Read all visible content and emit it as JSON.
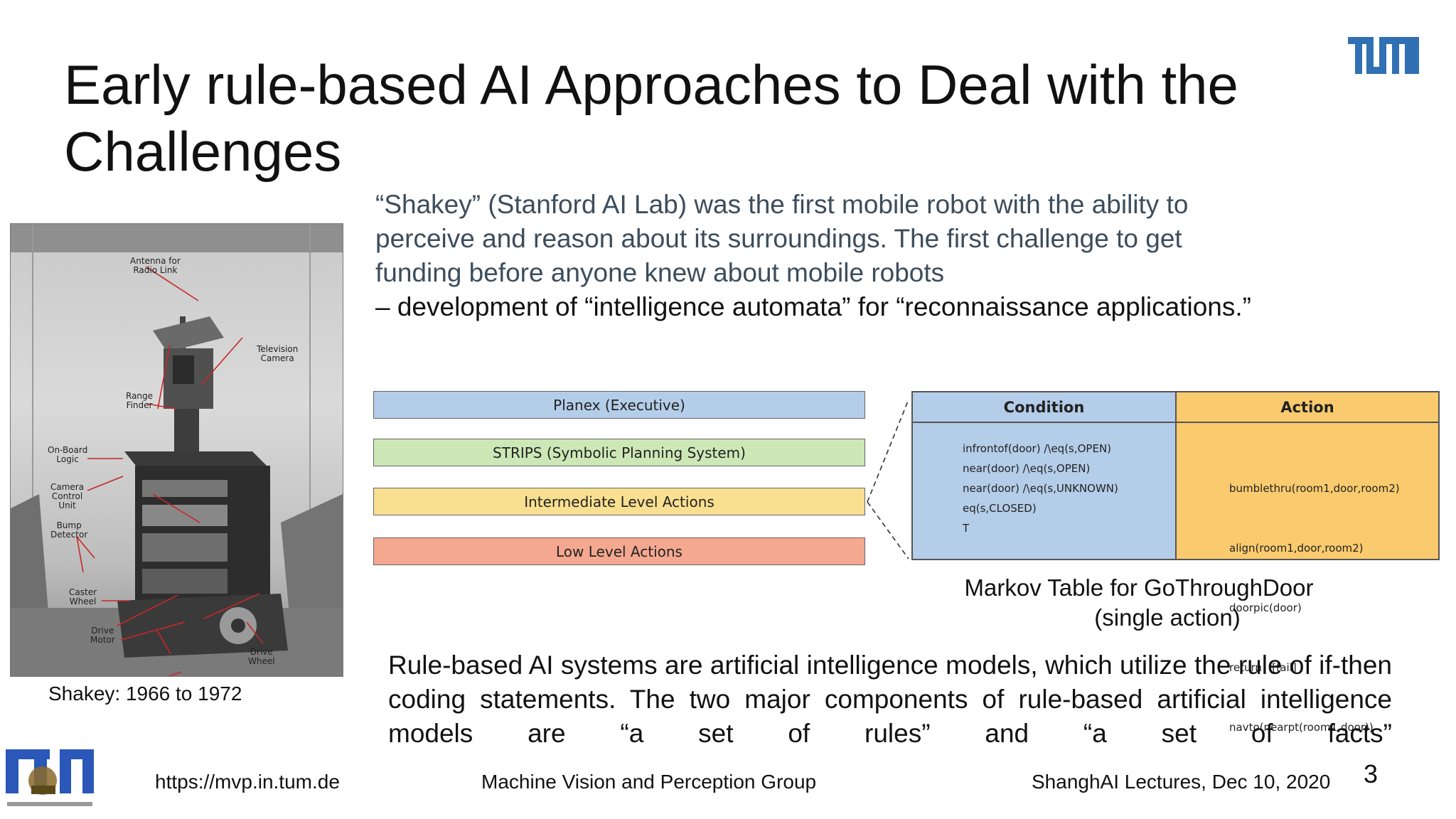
{
  "slide": {
    "title": "Early rule-based AI Approaches to Deal with the Challenges",
    "intro": {
      "line1": "“Shakey” (Stanford AI Lab) was the first mobile robot with the ability to",
      "line2": "perceive and reason about its surroundings. The first challenge to get",
      "line3": "funding before anyone knew about mobile robots",
      "line4": "– development of  “intelligence automata” for “reconnaissance applications.”"
    },
    "photo": {
      "caption": "Shakey: 1966 to 1972",
      "labels": {
        "antenna": "Antenna for\nRadio Link",
        "tv_camera": "Television\nCamera",
        "range_finder": "Range\nFinder",
        "onboard_logic": "On-Board\nLogic",
        "camera_control": "Camera\nControl\nUnit",
        "bump_detector": "Bump\nDetector",
        "caster_wheel": "Caster\nWheel",
        "drive_motor": "Drive\nMotor",
        "drive_wheel": "Drive\nWheel"
      }
    },
    "layers": [
      {
        "label": "Planex (Executive)",
        "color": "#b4cde9"
      },
      {
        "label": "STRIPS (Symbolic Planning System)",
        "color": "#cde7b6"
      },
      {
        "label": "Intermediate Level Actions",
        "color": "#f9df90"
      },
      {
        "label": "Low Level Actions",
        "color": "#f5a890"
      }
    ],
    "markov_table": {
      "condition_header": "Condition",
      "action_header": "Action",
      "condition_color": "#b4cde9",
      "action_color": "#f9cb6e",
      "rows": [
        {
          "condition": "infrontof(door) /\\eq(s,OPEN)",
          "action": "bumblethru(room1,door,room2)"
        },
        {
          "condition": "near(door) /\\eq(s,OPEN)",
          "action": "align(room1,door,room2)"
        },
        {
          "condition": "near(door) /\\eq(s,UNKNOWN)",
          "action": "doorpic(door)"
        },
        {
          "condition": "eq(s,CLOSED)",
          "action": "return   [fail]"
        },
        {
          "condition": "T",
          "action": "navto(nearpt(room1,door))"
        }
      ],
      "caption_line1": "Markov Table for GoThroughDoor",
      "caption_line2": "(single action)"
    },
    "rule_text": "Rule-based AI systems are artificial intelligence models, which utilize the rule of if-then coding statements. The two major components of rule-based artificial intelligence models are “a set of rules” and “a set of facts”",
    "footer": {
      "url": "https://mvp.in.tum.de",
      "group": "Machine Vision and Perception Group",
      "event": "ShanghAI Lectures, Dec 10, 2020",
      "page_number": "3"
    },
    "brand_color": "#3070b3"
  }
}
